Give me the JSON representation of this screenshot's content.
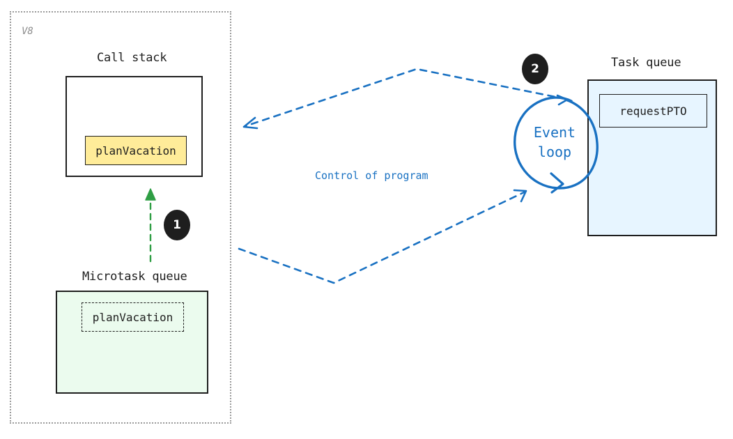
{
  "v8": {
    "label": "V8"
  },
  "call_stack": {
    "title": "Call stack",
    "frames": [
      {
        "label": "planVacation"
      }
    ]
  },
  "microtask_queue": {
    "title": "Microtask queue",
    "items": [
      {
        "label": "planVacation"
      }
    ]
  },
  "task_queue": {
    "title": "Task queue",
    "items": [
      {
        "label": "requestPTO"
      }
    ]
  },
  "event_loop": {
    "line1": "Event",
    "line2": "loop"
  },
  "control_label": "Control of program",
  "badges": {
    "one": "1",
    "two": "2"
  },
  "colors": {
    "stroke": "#1e1e1e",
    "blue": "#1971c2",
    "green": "#2f9e44",
    "yellow_fill": "#ffec99",
    "green_fill": "#ebfbee",
    "blue_fill": "#e7f5ff",
    "v8_border": "#9a9a9a"
  }
}
